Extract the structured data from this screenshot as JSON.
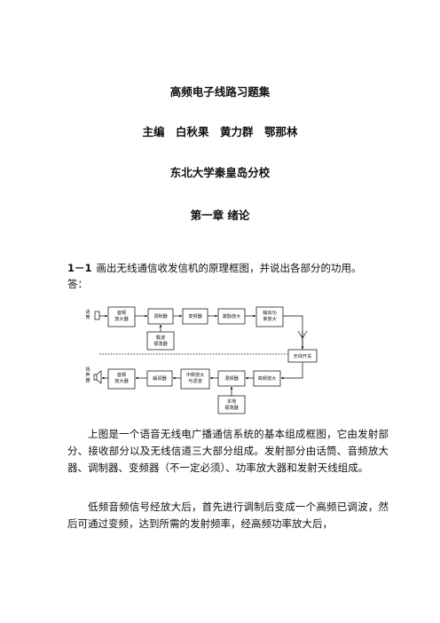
{
  "header": {
    "title": "高频电子线路习题集",
    "editors": "主编　白秋果　黄力群　鄂那林",
    "school": "东北大学秦皇岛分校",
    "chapter": "第一章 绪论"
  },
  "question": {
    "number": "1－1",
    "text": "画出无线通信收发信机的原理框图，并说出各部分的功用。",
    "answer_label": "答："
  },
  "diagram": {
    "mic_label": "话筒",
    "speaker_label": "扬声器",
    "tx_blocks": [
      "音频放大器",
      "调制器",
      "变频器",
      "激励放大",
      "输出功率放大"
    ],
    "carrier_osc": "载波振荡器",
    "antenna_switch": "天线开关",
    "rx_blocks": [
      "音频放大器",
      "解调器",
      "中频放大与滤波",
      "混频器",
      "高频放大"
    ],
    "local_osc": "本地振荡器"
  },
  "body": {
    "p1": "上图是一个语音无线电广播通信系统的基本组成框图，它由发射部分、接收部分以及无线信道三大部分组成。发射部分由话筒、音频放大器、调制器、变频器（不一定必须）、功率放大器和发射天线组成。",
    "p2": "低频音频信号经放大后，首先进行调制后变成一个高频已调波，然后可通过变频，达到所需的发射频率，经高频功率放大后，"
  }
}
